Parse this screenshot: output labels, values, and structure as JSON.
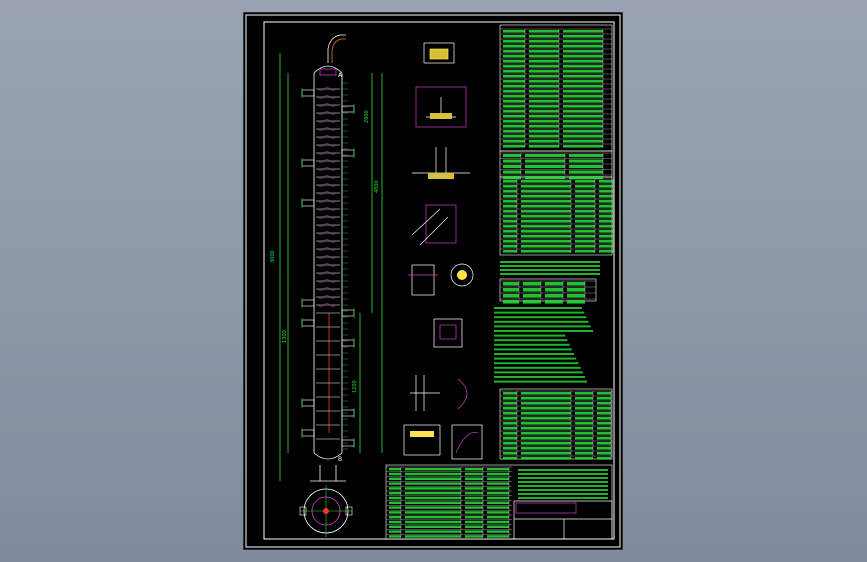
{
  "drawing": {
    "dims": {
      "d1": "3000",
      "d2": "1300",
      "d3": "4800",
      "d4": "2800",
      "d5": "1200"
    },
    "sections": {
      "a": "A",
      "b": "B"
    }
  },
  "colors": {
    "background": "#8d97a8",
    "sheet": "#000000",
    "line": "#27e03a",
    "frame": "#ffffff",
    "accent": "#d33cd3",
    "highlight": "#ffe34a",
    "orange": "#e0801c"
  }
}
